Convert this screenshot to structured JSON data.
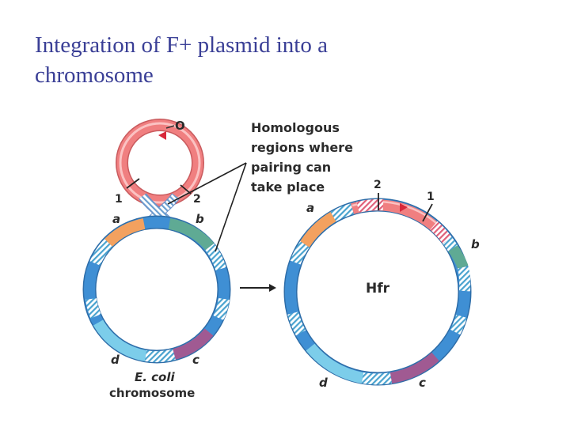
{
  "title": {
    "line1": "Integration of F+ plasmid into a",
    "line2": "chromosome"
  },
  "plasmid": {
    "origin_label": "O",
    "site1_label": "1",
    "site2_label": "2"
  },
  "callout": {
    "line1": "Homologous",
    "line2": "regions where",
    "line3": "pairing can",
    "line4": "take place"
  },
  "ecoli": {
    "gene_a": "a",
    "gene_b": "b",
    "gene_c": "c",
    "gene_d": "d",
    "name_line1": "E. coli",
    "name_line2": "chromosome"
  },
  "hfr": {
    "center_label": "Hfr",
    "site1_label": "1",
    "site2_label": "2",
    "gene_a": "a",
    "gene_b": "b",
    "gene_c": "c",
    "gene_d": "d"
  },
  "colors": {
    "title": "#3a3f96",
    "plasmid_pink": "#f07f80",
    "chromosome_blue": "#3f8fd4",
    "light_blue": "#7ccdea",
    "orange": "#f3a15f",
    "teal": "#5faa94",
    "purple": "#a05a92",
    "hatch_blue": "#4aa3cf",
    "hatch_pink": "#e0617a"
  }
}
